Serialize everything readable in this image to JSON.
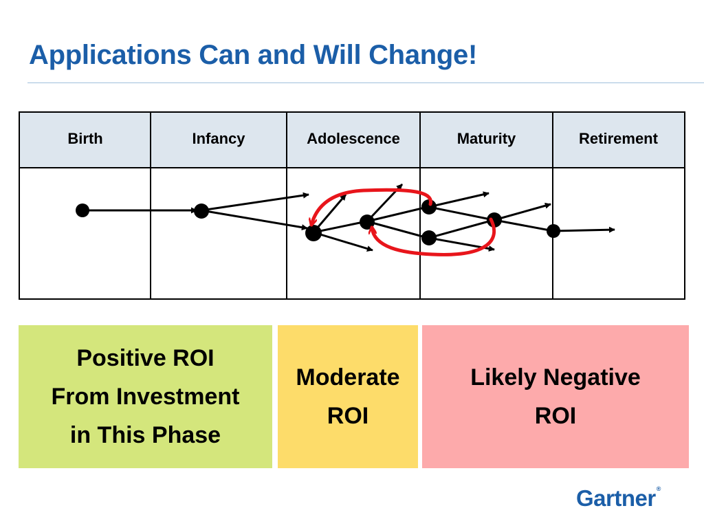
{
  "slide": {
    "title": "Applications Can and Will Change!"
  },
  "phases": [
    "Birth",
    "Infancy",
    "Adolescence",
    "Maturity",
    "Retirement"
  ],
  "roi": {
    "positive": "Positive ROI\nFrom Investment\nin This Phase",
    "moderate": "Moderate\nROI",
    "negative": "Likely Negative\nROI"
  },
  "logo": {
    "text": "Gartner",
    "mark": "®"
  },
  "colors": {
    "title": "#1b5ea8",
    "header_fill": "#dde6ee",
    "feedback_arrow": "#e8151b",
    "positive_roi": "#d4e67c",
    "moderate_roi": "#fddc6a",
    "negative_roi": "#fdaaab"
  }
}
